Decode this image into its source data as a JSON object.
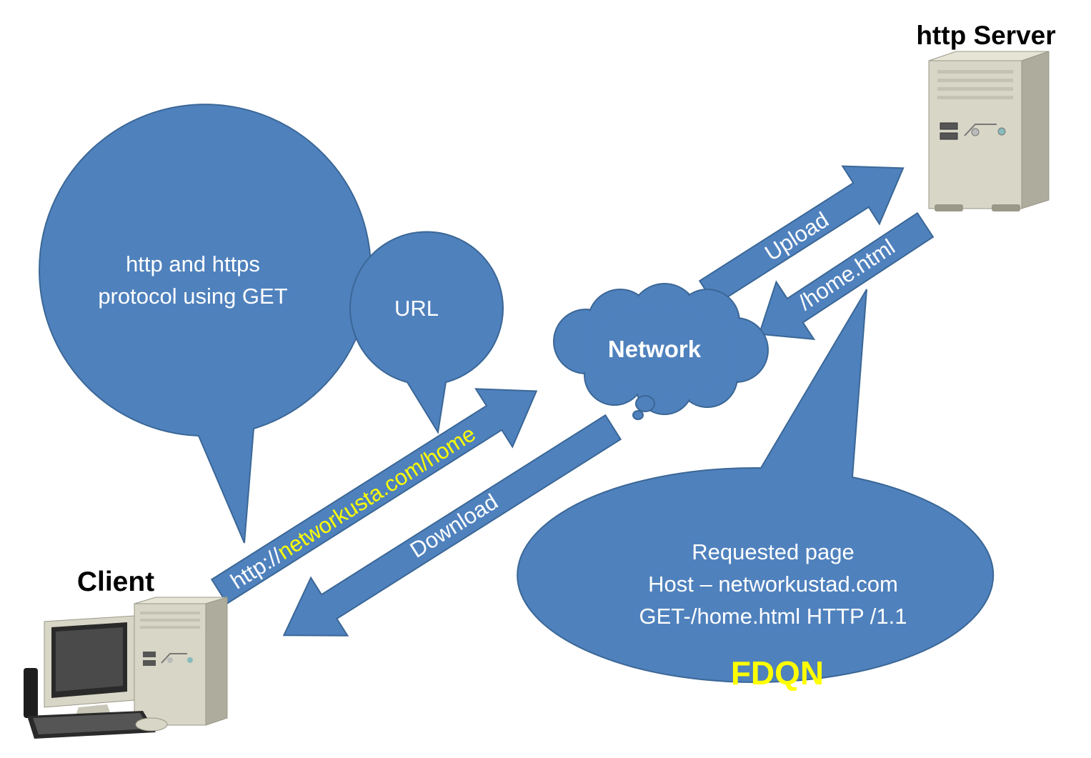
{
  "labels": {
    "server": "http Server",
    "client": "Client",
    "network": "Network",
    "bubble_protocol_line1": "http and https",
    "bubble_protocol_line2": "protocol using GET",
    "bubble_url": "URL",
    "arrow_request_prefix": "http://",
    "arrow_request_host": "networkusta.com/home",
    "arrow_download": "Download",
    "arrow_upload": "Upload",
    "arrow_page": "/home.html",
    "bubble_request_line1": "Requested page",
    "bubble_request_line2": "Host – networkustad.com",
    "bubble_request_line3": "GET-/home.html HTTP /1.1",
    "bubble_request_fdqn": "FDQN"
  },
  "colors": {
    "shape_fill": "#4f81bd",
    "shape_stroke": "#3b6796",
    "text_light": "#ffffff",
    "highlight": "#ffff00",
    "heading": "#000000"
  }
}
